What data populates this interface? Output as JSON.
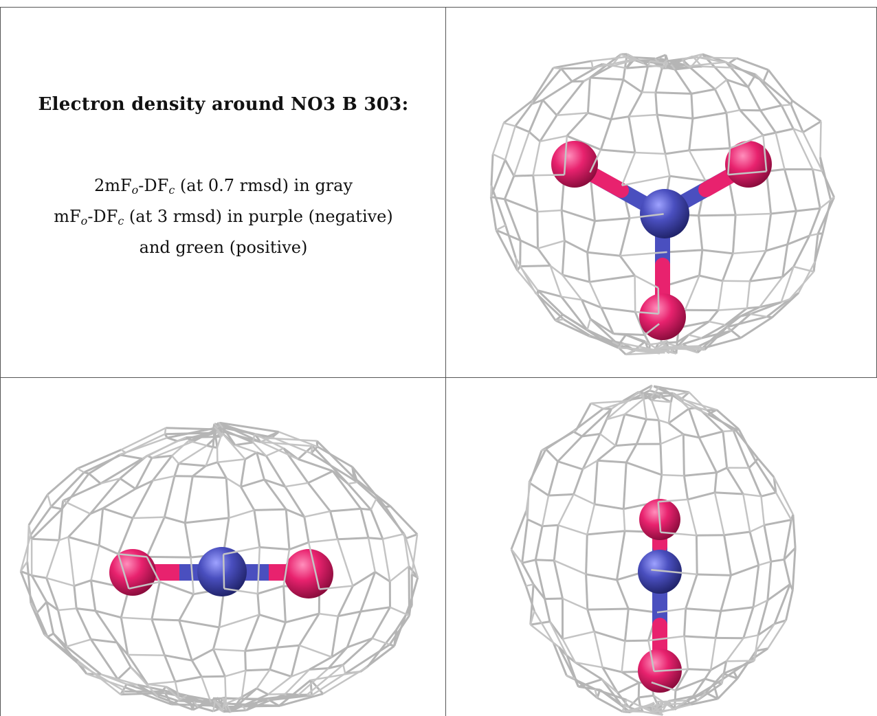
{
  "caption": {
    "title": "Electron density around NO3 B 303:",
    "line1_a": "2mF",
    "line1_sub1": "o",
    "line1_b": "-DF",
    "line1_sub2": "c",
    "line1_c": " (at 0.7 rmsd) in gray",
    "line2_a": "mF",
    "line2_sub1": "o",
    "line2_b": "-DF",
    "line2_sub2": "c",
    "line2_c": " (at 3 rmsd) in purple (negative)",
    "line3": "and green (positive)"
  },
  "colors": {
    "mesh": "#b8b8b8",
    "oxygen": "#e8226e",
    "nitrogen": "#4a4fbf",
    "border": "#555555"
  },
  "views": [
    "top-view",
    "side-view",
    "end-view"
  ]
}
